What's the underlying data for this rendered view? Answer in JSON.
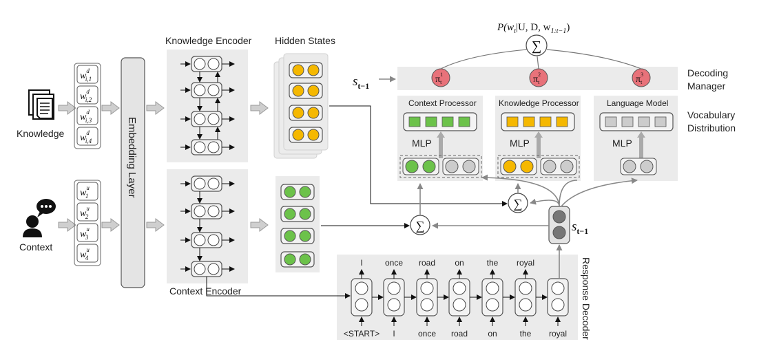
{
  "title_formula": {
    "main": "P(w",
    "sub_t": "t",
    "rest": "|U, D, w",
    "sub_range": "1:t−1",
    "close": ")"
  },
  "sum_symbol": "∑",
  "state_prev": {
    "main": "s",
    "sub": "t−1"
  },
  "labels": {
    "knowledge": "Knowledge",
    "context": "Context",
    "embedding_layer": "Embedding Layer",
    "knowledge_encoder": "Knowledge Encoder",
    "hidden_states": "Hidden States",
    "context_encoder": "Context Encoder",
    "decoding_manager_1": "Decoding",
    "decoding_manager_2": "Manager",
    "vocab_dist_1": "Vocabulary",
    "vocab_dist_2": "Distribution",
    "context_processor": "Context Processor",
    "knowledge_processor": "Knowledge Processor",
    "language_model": "Language Model",
    "mlp": "MLP",
    "response_decoder": "Response Decoder"
  },
  "pi_nodes": [
    {
      "main": "π",
      "sub": "t",
      "sup": "1"
    },
    {
      "main": "π",
      "sub": "t",
      "sup": "2"
    },
    {
      "main": "π",
      "sub": "t",
      "sup": "3"
    }
  ],
  "knowledge_words": [
    {
      "main": "w",
      "sup": "d",
      "sub": "i,1"
    },
    {
      "main": "w",
      "sup": "d",
      "sub": "i,2"
    },
    {
      "main": "w",
      "sup": "d",
      "sub": "i,3"
    },
    {
      "main": "w",
      "sup": "d",
      "sub": "i,4"
    }
  ],
  "context_words": [
    {
      "main": "w",
      "sup": "u",
      "sub": "1"
    },
    {
      "main": "w",
      "sup": "u",
      "sub": "2"
    },
    {
      "main": "w",
      "sup": "u",
      "sub": "3"
    },
    {
      "main": "w",
      "sup": "u",
      "sub": "4"
    }
  ],
  "decoder_outputs": [
    "I",
    "once",
    "road",
    "on",
    "the",
    "royal"
  ],
  "decoder_inputs": [
    "<START>",
    "I",
    "once",
    "road",
    "on",
    "the",
    "royal"
  ],
  "colors": {
    "panel": "#ebebeb",
    "yellow": "#f5b800",
    "green": "#6cc24a",
    "pi_red": "#e8727a",
    "grey_cell": "#cccccc",
    "arrow": "#888888"
  }
}
